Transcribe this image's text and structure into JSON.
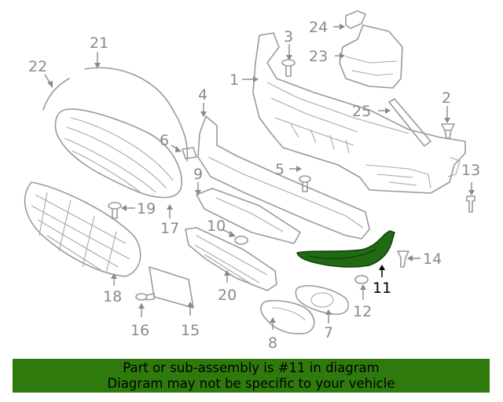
{
  "callouts": {
    "c1": "1",
    "c2": "2",
    "c3": "3",
    "c4": "4",
    "c5": "5",
    "c6": "6",
    "c7": "7",
    "c8": "8",
    "c9": "9",
    "c10": "10",
    "c11": "11",
    "c12": "12",
    "c13": "13",
    "c14": "14",
    "c15": "15",
    "c16": "16",
    "c17": "17",
    "c18": "18",
    "c19": "19",
    "c20": "20",
    "c21": "21",
    "c22": "22",
    "c23": "23",
    "c24": "24",
    "c25": "25"
  },
  "highlighted_part": "11",
  "colors": {
    "highlight": "#1f6a12",
    "banner": "#2f7a0d",
    "linework": "#9a9a9a"
  },
  "banner": {
    "line1": "Part or sub-assembly is #11 in diagram",
    "line2": "Diagram may not be specific to your vehicle"
  }
}
